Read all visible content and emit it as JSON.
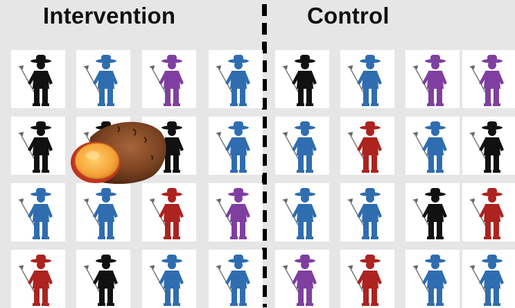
{
  "labels": {
    "left": "Intervention",
    "right": "Control"
  },
  "groups": [
    {
      "name": "intervention",
      "rows": [
        [
          "black",
          "blue",
          "purple",
          "blue"
        ],
        [
          "black",
          "black",
          "black",
          "blue"
        ],
        [
          "blue",
          "blue",
          "red",
          "purple"
        ],
        [
          "red",
          "black",
          "blue",
          "blue"
        ]
      ]
    },
    {
      "name": "control",
      "rows": [
        [
          "black",
          "blue",
          "purple",
          "purple"
        ],
        [
          "blue",
          "red",
          "blue",
          "black"
        ],
        [
          "blue",
          "blue",
          "black",
          "red"
        ],
        [
          "purple",
          "red",
          "blue",
          "blue"
        ]
      ]
    }
  ],
  "colors": {
    "black": "#111111",
    "blue": "#2f6db0",
    "purple": "#7f3fa0",
    "red": "#ac2320"
  },
  "icons": {
    "figure": "farmer-with-hoe-icon",
    "object": "sweet-potato-icon"
  }
}
